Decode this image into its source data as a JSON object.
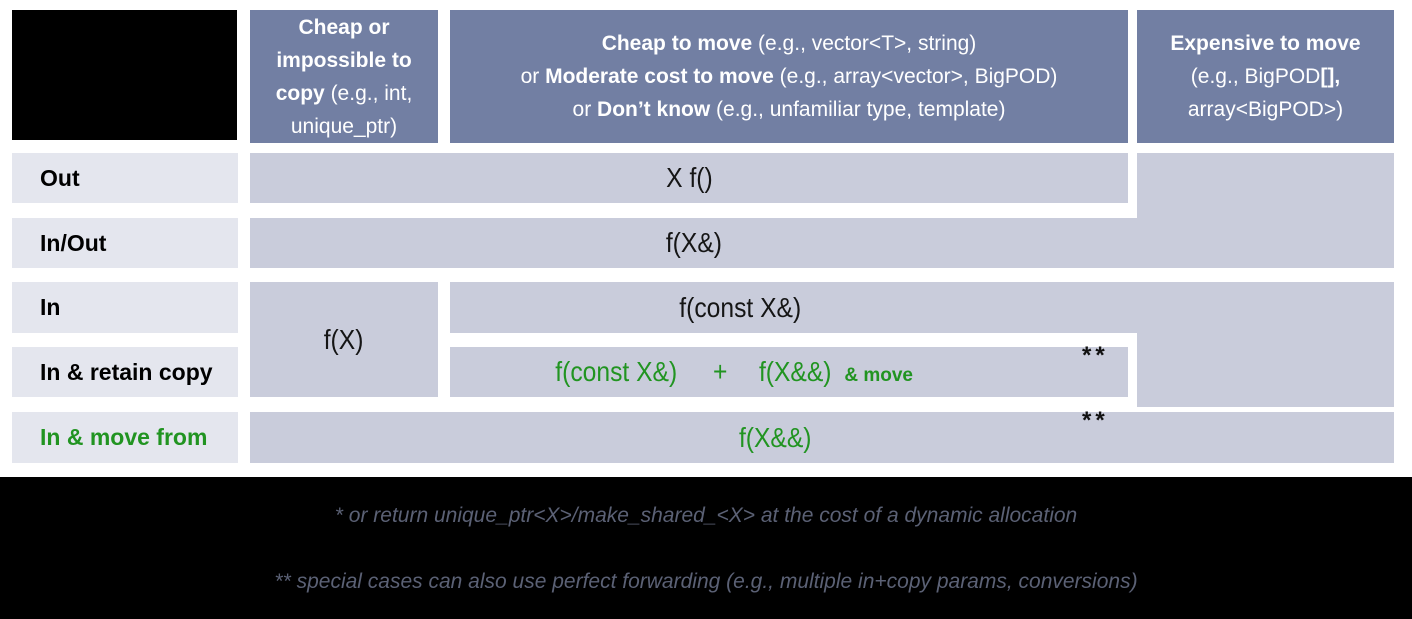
{
  "colors": {
    "header_bg": "#727fa3",
    "cell_bg": "#c9ccdb",
    "row_label_bg": "#e4e6ee",
    "highlight_green": "#219421",
    "footnote_text": "#5b6175",
    "header_text": "#ffffff",
    "background_top": "#ffffff",
    "background_bottom": "#000000"
  },
  "header": {
    "col1": {
      "bold": "Cheap or impossible to copy",
      "rest": " (e.g., int, unique_ptr)"
    },
    "col2": {
      "line1": {
        "pre": "",
        "bold": "Cheap to move",
        "rest": " (e.g., vector<T>, string)"
      },
      "line2": {
        "pre": "or ",
        "bold": "Moderate cost to move",
        "rest": " (e.g., array<vector>, BigPOD)"
      },
      "line3": {
        "pre": "or ",
        "bold": "Don’t know",
        "rest": " (e.g., unfamiliar type, template)"
      }
    },
    "col3": {
      "line1": "Expensive to move",
      "line2_pre": "(e.g., BigPOD",
      "line2_bold": "[],",
      "line3": "array<BigPOD>)"
    }
  },
  "row_labels": {
    "out": "Out",
    "inout": "In/Out",
    "in": "In",
    "retain": "In & retain copy",
    "move": "In & move from"
  },
  "cells": {
    "out": "X f()",
    "inout": "f(X&)",
    "in_value": "f(X)",
    "in_const_ref": "f(const X&)",
    "retain_a": "f(const X&)",
    "retain_plus": "+",
    "retain_b": "f(X&&)",
    "retain_suffix": "& move",
    "retain_note": "**",
    "move": "f(X&&)",
    "move_note": "**"
  },
  "footnotes": {
    "line1": "* or return unique_ptr<X>/make_shared_<X> at the cost of a dynamic allocation",
    "line2": "** special cases can also use perfect forwarding (e.g., multiple in+copy params, conversions)"
  }
}
